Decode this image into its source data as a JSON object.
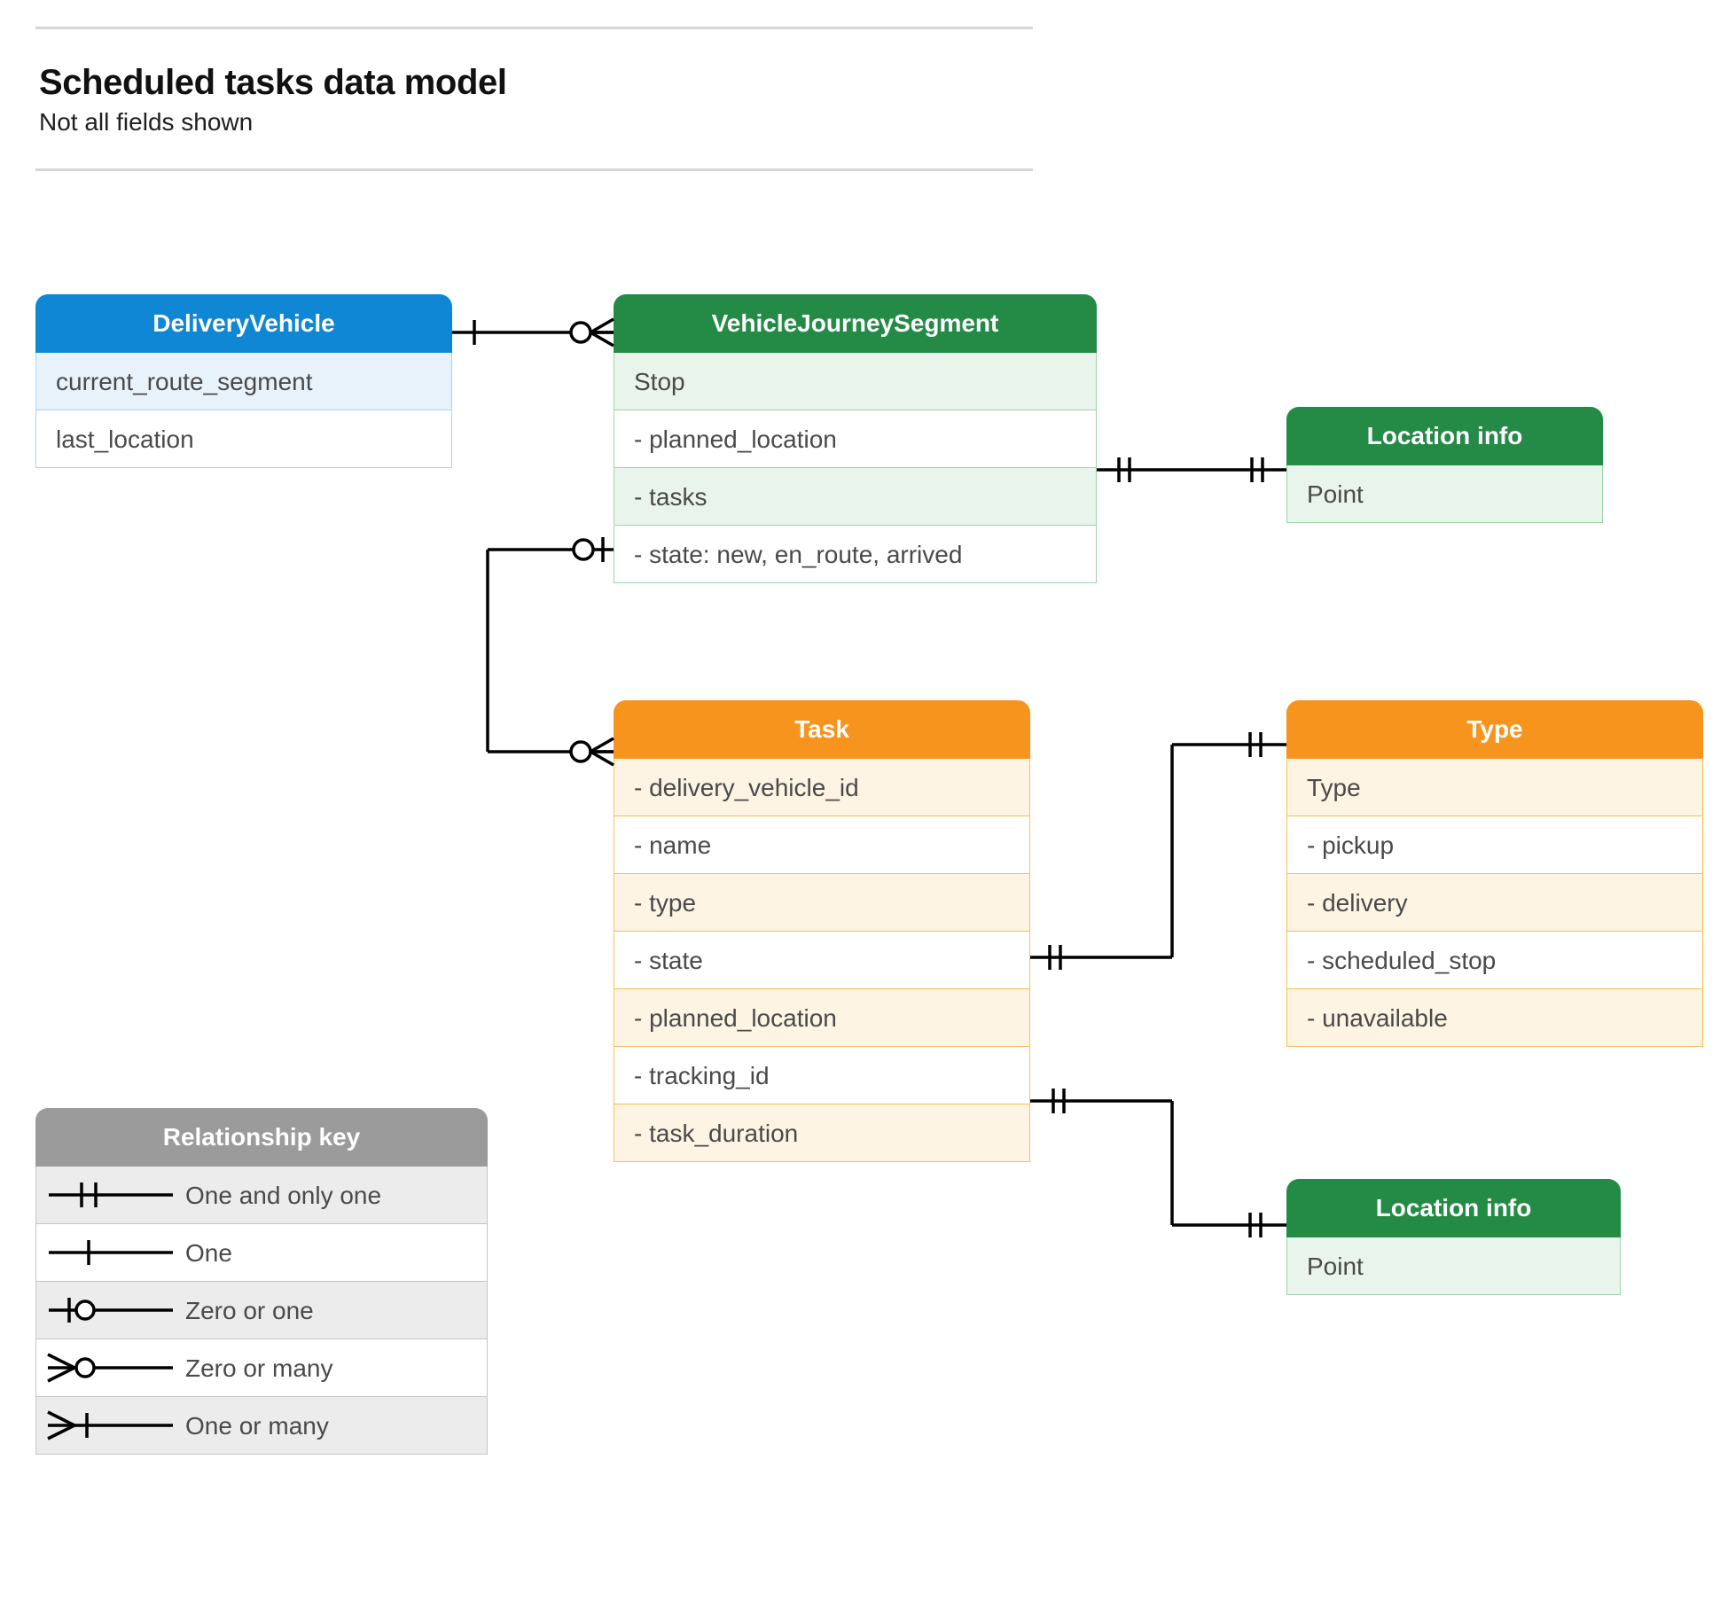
{
  "header": {
    "title": "Scheduled tasks data model",
    "subtitle": "Not all fields shown"
  },
  "entities": {
    "delivery_vehicle": {
      "title": "DeliveryVehicle",
      "color": "#0f87d4",
      "rows": [
        "current_route_segment",
        "last_location"
      ]
    },
    "vehicle_journey_segment": {
      "title": "VehicleJourneySegment",
      "color": "#238b45",
      "rows": [
        "Stop",
        "-  planned_location",
        "- tasks",
        "- state: new, en_route, arrived"
      ]
    },
    "location_info_top": {
      "title": "Location info",
      "color": "#238b45",
      "rows": [
        "Point"
      ]
    },
    "task": {
      "title": "Task",
      "color": "#f7941e",
      "rows": [
        "- delivery_vehicle_id",
        "- name",
        "- type",
        "- state",
        "- planned_location",
        "- tracking_id",
        "- task_duration"
      ]
    },
    "type": {
      "title": "Type",
      "color": "#f7941e",
      "rows": [
        "Type",
        "-  pickup",
        "-  delivery",
        "-  scheduled_stop",
        "-  unavailable"
      ]
    },
    "location_info_bottom": {
      "title": "Location info",
      "color": "#238b45",
      "rows": [
        "Point"
      ]
    }
  },
  "legend": {
    "title": "Relationship key",
    "items": [
      {
        "symbol": "one-and-only-one-symbol",
        "label": "One and only one"
      },
      {
        "symbol": "one-symbol",
        "label": "One"
      },
      {
        "symbol": "zero-or-one-symbol",
        "label": "Zero or one"
      },
      {
        "symbol": "zero-or-many-symbol",
        "label": "Zero or many"
      },
      {
        "symbol": "one-or-many-symbol",
        "label": "One or many"
      }
    ]
  },
  "relationships": [
    {
      "from": "DeliveryVehicle",
      "from_cardinality": "one",
      "to": "VehicleJourneySegment",
      "to_cardinality": "zero or many"
    },
    {
      "from": "VehicleJourneySegment.planned_location",
      "from_cardinality": "one and only one",
      "to": "Location info",
      "to_cardinality": "one and only one"
    },
    {
      "from": "VehicleJourneySegment.tasks",
      "from_cardinality": "zero or one",
      "to": "Task",
      "to_cardinality": "zero or many"
    },
    {
      "from": "Task.type",
      "from_cardinality": "one and only one",
      "to": "Type",
      "to_cardinality": "one and only one"
    },
    {
      "from": "Task.planned_location",
      "from_cardinality": "one and only one",
      "to": "Location info",
      "to_cardinality": "one and only one"
    }
  ]
}
